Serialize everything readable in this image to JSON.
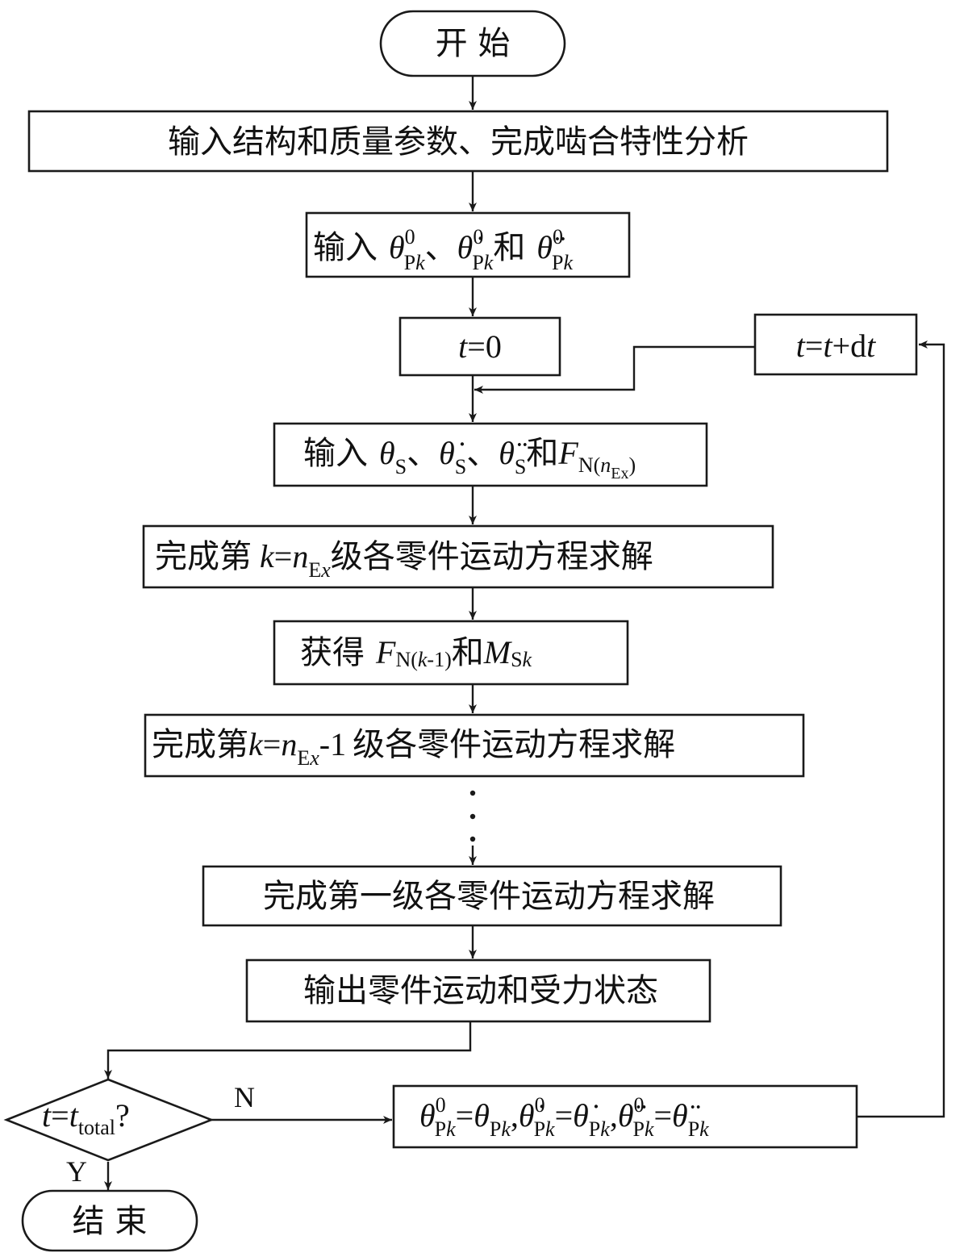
{
  "nodes": {
    "start": "开 始",
    "input_params": "输入结构和质量参数、完成啮合特性分析",
    "input_initial": {
      "prefix": "输入",
      "theta": "θ",
      "theta_dot": "θ̇",
      "theta_ddot": "θ̈",
      "sup": "0",
      "sub_P": "P",
      "sub_k": "k",
      "sep": "、",
      "and": "和"
    },
    "t_zero": {
      "var": "t",
      "rest": "=0"
    },
    "t_step": {
      "t1": "t",
      "eq": "=",
      "t2": "t",
      "plus": "+d",
      "t3": "t"
    },
    "input_sun": {
      "prefix": "输入",
      "theta": "θ",
      "theta_dot": "θ̇",
      "theta_ddot": "θ̈",
      "sub_S": "S",
      "sep": "、",
      "and": "和",
      "F": "F",
      "sub_N": "N(",
      "sub_n": "n",
      "sub_Ex": "Ex",
      "sub_x": "x",
      "sub_close": ")"
    },
    "solve_k_nEx": {
      "prefix": "完成第",
      "k": "k",
      "eq": "=",
      "n": "n",
      "sub_E": "E",
      "sub_x": "x",
      "suffix": "级各零件运动方程求解"
    },
    "get_forces": {
      "prefix": "获得",
      "F": "F",
      "sub_N": "N(",
      "sub_k": "k",
      "sub_rest": "-1)",
      "and": "和",
      "M": "M",
      "sub_S": "S",
      "sub_k2": "k"
    },
    "solve_k_minus1": {
      "prefix": "完成第",
      "k": "k",
      "eq": "=",
      "n": "n",
      "sub_E": "E",
      "sub_x": "x",
      "minus": "-1",
      "suffix": "级各零件运动方程求解"
    },
    "solve_first": "完成第一级各零件运动方程求解",
    "output_state": "输出零件运动和受力状态",
    "decision": {
      "t": "t",
      "eq": "=",
      "t2": "t",
      "sub_total": "total",
      "q": "?"
    },
    "update": {
      "theta": "θ",
      "theta_dot": "θ̇",
      "theta_ddot": "θ̈",
      "sup": "0",
      "sub_P": "P",
      "sub_k": "k",
      "eq": "=",
      "comma": ","
    },
    "end": "结 束"
  },
  "labels": {
    "no": "N",
    "yes": "Y"
  }
}
